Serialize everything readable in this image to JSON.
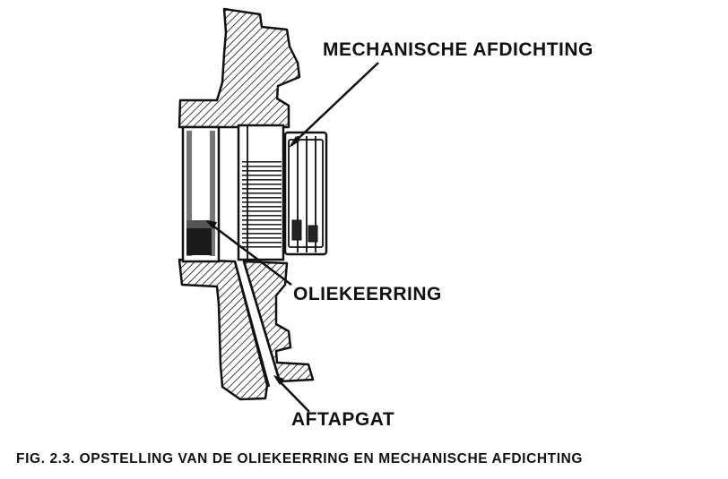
{
  "labels": {
    "mechanical_seal": "MECHANISCHE AFDICHTING",
    "oil_seal": "OLIEKEERRING",
    "drain_hole": "AFTAPGAT"
  },
  "caption": "FIG. 2.3. OPSTELLING VAN DE OLIEKEERRING EN MECHANISCHE AFDICHTING"
}
